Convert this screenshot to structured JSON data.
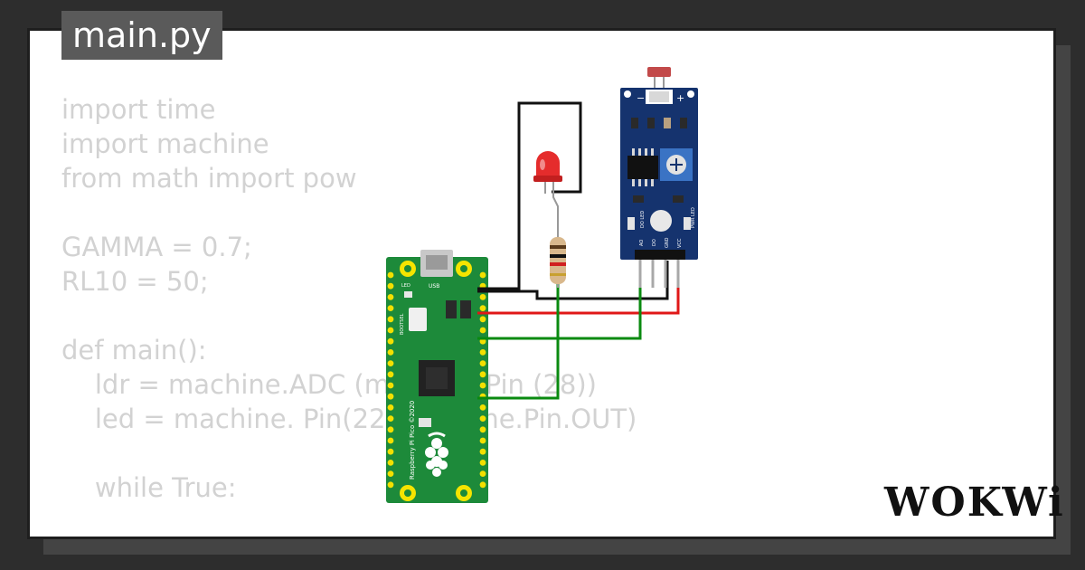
{
  "file_tab": {
    "label": "main.py"
  },
  "code_lines": [
    "import time",
    "import machine",
    "from math import pow",
    "",
    "GAMMA = 0.7;",
    "RL10 = 50;",
    "",
    "def main():",
    "    ldr = machine.ADC (machine.Pin (28))",
    "    led = machine. Pin(22, machine.Pin.OUT)",
    "",
    "    while True:"
  ],
  "components": {
    "pico": {
      "usb_label": "USB",
      "led_label": "LED",
      "bootsel_label": "BOOTSEL",
      "board_label": "Raspberry Pi Pico ©2020"
    },
    "ldr_module": {
      "pin_labels": [
        "AO",
        "DO",
        "GND",
        "VCC"
      ],
      "minus": "−",
      "plus": "+",
      "led_labels": [
        "DO LED",
        "PWR LED"
      ]
    }
  },
  "colors": {
    "background": "#2d2d2d",
    "card": "#ffffff",
    "tab": "#5a5a5a",
    "code_text": "#d2d2d2",
    "pcb_green": "#1d8a3a",
    "pcb_blue": "#15336e",
    "wire_black": "#111111",
    "wire_red": "#e01818",
    "wire_green": "#0a8a10",
    "led_red": "#e52c2c"
  },
  "brand": {
    "name": "WOKWi"
  }
}
